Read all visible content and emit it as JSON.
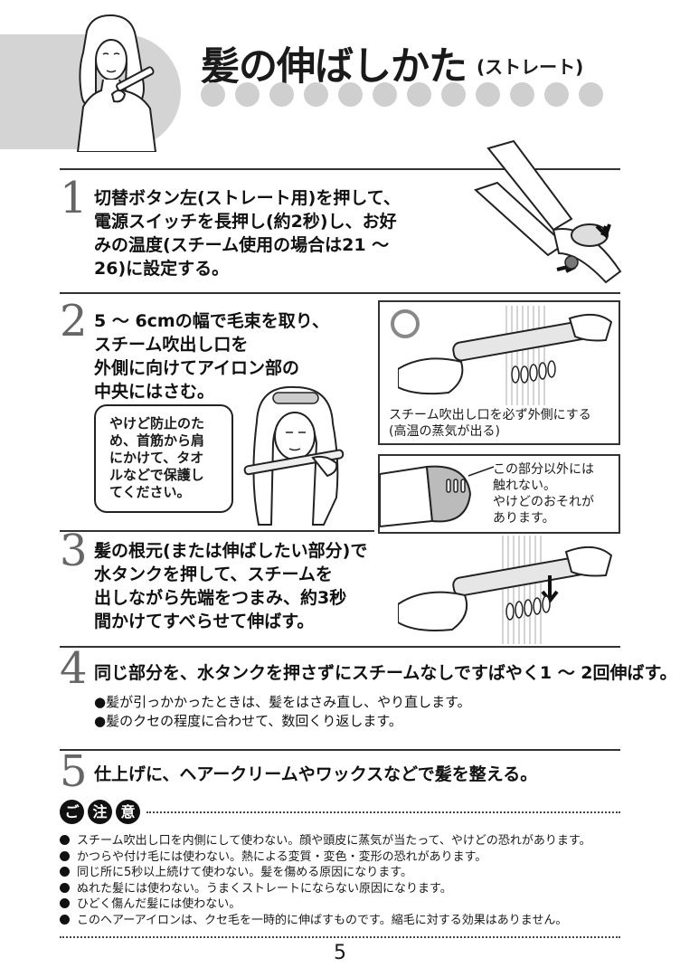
{
  "header": {
    "title": "髪の伸ばしかた",
    "subtitle": "(ストレート)"
  },
  "steps": [
    {
      "number": "1",
      "lines": [
        "切替ボタン左(ストレート用)を押して、",
        "電源スイッチを長押し(約2秒)し、お好",
        "みの温度(スチーム使用の場合は21 〜",
        "26)に設定する。"
      ]
    },
    {
      "number": "2",
      "lines": [
        "5 〜 6cmの幅で毛束を取り、",
        "スチーム吹出し口を",
        "外側に向けてアイロン部の",
        "中央にはさむ。"
      ],
      "warning_lines": [
        "やけど防止のた",
        "め、首筋から肩",
        "にかけて、タオ",
        "ルなどで保護し",
        "てください。"
      ],
      "correct_caption_lines": [
        "スチーム吹出し口を必ず外側にする",
        "(高温の蒸気が出る)"
      ],
      "hot_caption_lines": [
        "この部分以外には",
        "触れない。",
        "やけどのおそれが",
        "あります。"
      ]
    },
    {
      "number": "3",
      "lines": [
        "髪の根元(または伸ばしたい部分)で",
        "水タンクを押して、スチームを",
        "出しながら先端をつまみ、約3秒",
        "間かけてすべらせて伸ばす。"
      ]
    },
    {
      "number": "4",
      "lines": [
        "同じ部分を、水タンクを押さずにスチームなしですばやく1 〜 2回伸ばす。"
      ],
      "bullets": [
        "●髪が引っかかったときは、髪をはさみ直し、やり直します。",
        "●髪のクセの程度に合わせて、数回くり返します。"
      ]
    },
    {
      "number": "5",
      "lines": [
        "仕上げに、ヘアークリームやワックスなどで髪を整える。"
      ]
    }
  ],
  "caution": {
    "badges": [
      "ご",
      "注",
      "意"
    ],
    "items": [
      "スチーム吹出し口を内側にして使わない。顔や頭皮に蒸気が当たって、やけどの恐れがあります。",
      "かつらや付け毛には使わない。熱による変質・変色・変形の恐れがあります。",
      "同じ所に5秒以上続けて使わない。髪を傷める原因になります。",
      "ぬれた髪には使わない。うまくストレートにならない原因になります。",
      "ひどく傷んだ髪には使わない。",
      "このヘアーアイロンは、クセ毛を一時的に伸ばすものです。縮毛に対する効果はありません。"
    ]
  },
  "page_number": "5",
  "icons": {
    "header_illustration": "woman-with-hair-iron-icon",
    "step1_illustration": "hair-iron-buttons-icon",
    "step2_correct_mark": "correct-circle-icon",
    "step2_illustration": "steam-iron-on-hair-icon",
    "step2_woman": "woman-straightening-hair-icon",
    "step2_hot_part": "iron-hot-part-icon",
    "step3_illustration": "pressing-water-tank-icon"
  }
}
